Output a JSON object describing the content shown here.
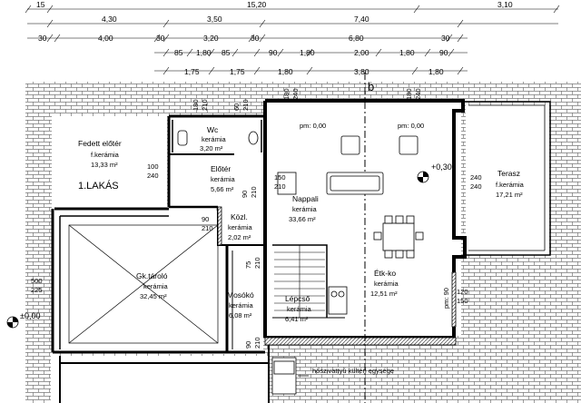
{
  "dimensions": {
    "row1": [
      "15",
      "15,20",
      "3,10"
    ],
    "row2": [
      "4,30",
      "3,50",
      "7,40"
    ],
    "row3": [
      "30",
      "4,00",
      "30",
      "3,20",
      "30",
      "6,80",
      "30"
    ],
    "row4": [
      "85",
      "1,80",
      "85",
      "90",
      "1,80",
      "2,00",
      "1,80",
      "90"
    ],
    "row5": [
      "1,75",
      "1,75",
      "1,80",
      "3,80",
      "1,80"
    ]
  },
  "rooms": {
    "fedett_eloter": {
      "name": "Fedett előtér",
      "material": "f.kerámia",
      "area": "13,33 m²"
    },
    "wc": {
      "name": "Wc",
      "material": "kerámia",
      "area": "3,20 m²"
    },
    "eloter": {
      "name": "Előtér",
      "material": "kerámia",
      "area": "5,66 m²"
    },
    "kozl": {
      "name": "Közl.",
      "material": "kerámia",
      "area": "2,02 m²"
    },
    "nappali": {
      "name": "Nappali",
      "material": "kerámia",
      "area": "33,66 m²"
    },
    "terasz": {
      "name": "Terasz",
      "material": "f.kerámia",
      "area": "17,21 m²"
    },
    "gk_tarolo": {
      "name": "Gk.tároló",
      "material": "kerámia",
      "area": "32,45 m²"
    },
    "mosoko": {
      "name": "Mosókó",
      "material": "kerámia",
      "area": "6,08 m²"
    },
    "lepcso": {
      "name": "Lépcső",
      "material": "kerámia",
      "area": "6,41 m²"
    },
    "etk_ko": {
      "name": "Étk-ko",
      "material": "kerámia",
      "area": "12,51 m²"
    }
  },
  "labels": {
    "lakas": "1.LAKÁS",
    "pm_left": "pm: 0,00",
    "pm_right": "pm: 0,00",
    "level_terrace": "+0,30",
    "level_garage": "±0,00",
    "section_mark": "b",
    "hoszivattyu": "hőszivattyú kültéri egysége"
  },
  "openings": {
    "d_100_240": [
      "100",
      "240"
    ],
    "d_180_210_wc": [
      "180",
      "210"
    ],
    "d_60_210": [
      "60",
      "210"
    ],
    "d_180_240_a": [
      "180",
      "240"
    ],
    "d_180_240_b": [
      "180",
      "240"
    ],
    "d_150_210": [
      "150",
      "210"
    ],
    "d_240_240": [
      "240",
      "240"
    ],
    "d_90_210_eloter": [
      "90",
      "210"
    ],
    "d_90_210_kozl": [
      "90",
      "210"
    ],
    "d_75_210": [
      "75",
      "210"
    ],
    "d_500_225": [
      "500",
      "225"
    ],
    "d_90_210_mosoko": [
      "90",
      "210"
    ],
    "d_120_150": [
      "120",
      "150"
    ],
    "pm_90": "pm: 90"
  }
}
